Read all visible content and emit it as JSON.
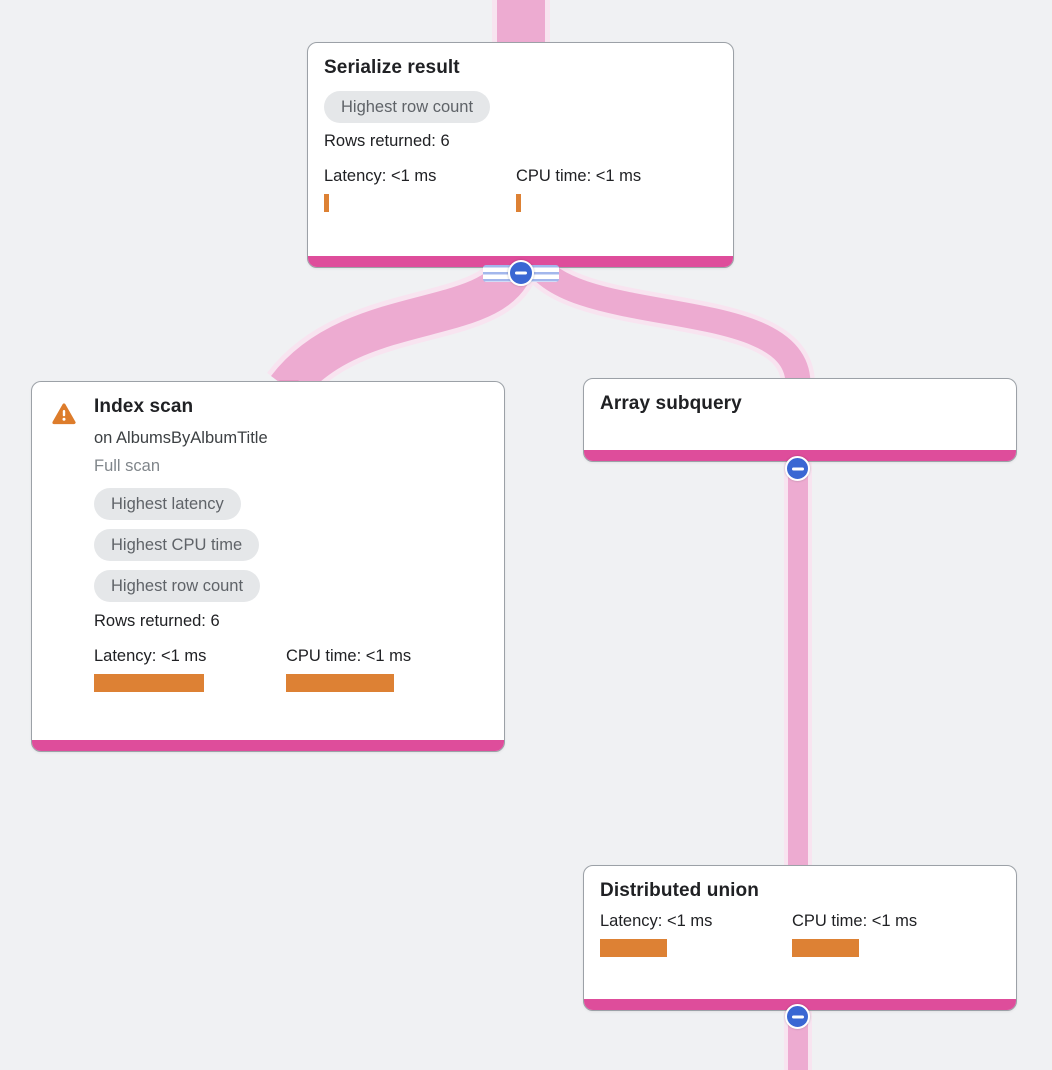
{
  "app": {
    "name": "Query execution plan graph"
  },
  "colors": {
    "background": "#F0F1F3",
    "node_accent_bar": "#DE4D9B",
    "edge": "#EDABD1",
    "edge_halo": "#F8E4F0",
    "edge_arrow": "#E897C4",
    "metric_bar": "#DD8134",
    "warning_icon": "#DD7C2B",
    "collapse_button": "#3A67D3",
    "badge_background": "#E5E7E9",
    "badge_text": "#5F6368"
  },
  "nodes": {
    "serialize_result": {
      "title": "Serialize result",
      "badges": [
        "Highest row count"
      ],
      "rows_returned": "Rows returned: 6",
      "latency_label": "Latency: <1 ms",
      "cpu_label": "CPU time: <1 ms",
      "latency_bar_style": "width:5px",
      "cpu_bar_style": "width:5px"
    },
    "index_scan": {
      "title": "Index scan",
      "subtitle": "on AlbumsByAlbumTitle",
      "scan_type": "Full scan",
      "badges": [
        "Highest latency",
        "Highest CPU time",
        "Highest row count"
      ],
      "rows_returned": "Rows returned: 6",
      "latency_label": "Latency: <1 ms",
      "cpu_label": "CPU time: <1 ms",
      "latency_bar_style": "width:110px",
      "cpu_bar_style": "width:108px",
      "has_warning": true
    },
    "array_subquery": {
      "title": "Array subquery"
    },
    "distributed_union": {
      "title": "Distributed union",
      "latency_label": "Latency: <1 ms",
      "cpu_label": "CPU time: <1 ms",
      "latency_bar_style": "width:67px",
      "cpu_bar_style": "width:67px"
    }
  },
  "edges": [
    {
      "source": "offscreen-parent",
      "target": "Serialize result"
    },
    {
      "source": "Serialize result",
      "target": "Index scan"
    },
    {
      "source": "Serialize result",
      "target": "Array subquery"
    },
    {
      "source": "Array subquery",
      "target": "Distributed union"
    },
    {
      "source": "Distributed union",
      "target": "offscreen-child"
    }
  ],
  "controls": {
    "collapse_symbol": "−"
  }
}
